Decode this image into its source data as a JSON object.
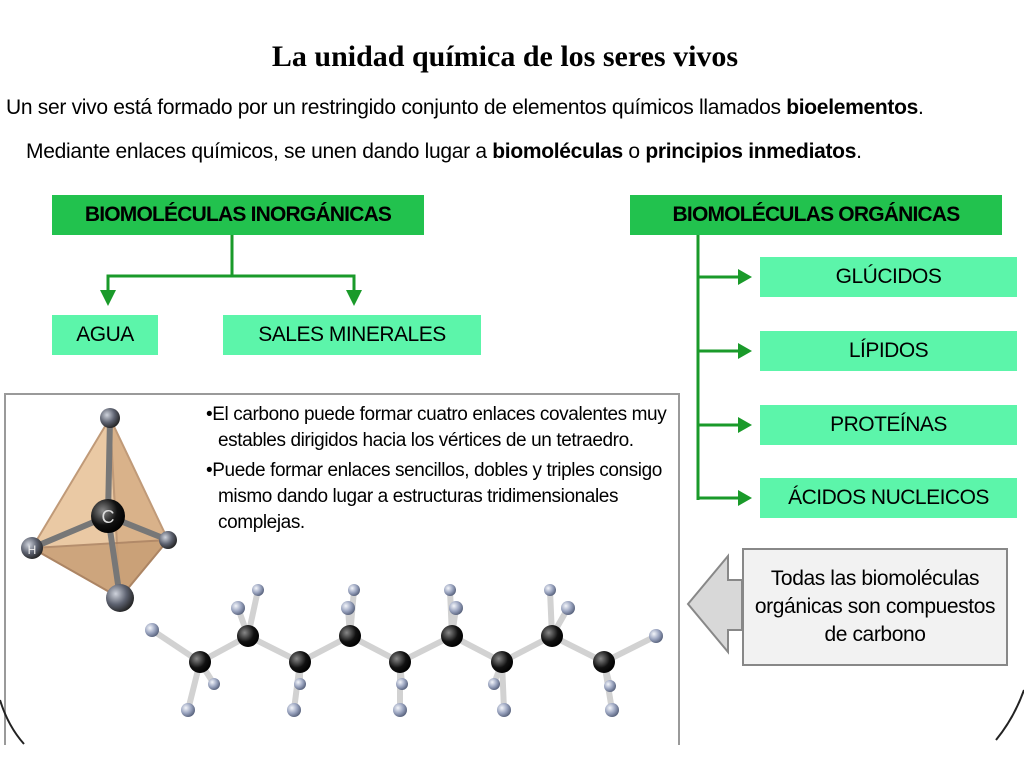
{
  "title": "La unidad química de los seres vivos",
  "intro": {
    "line1_pre": "Un ser vivo está formado por un restringido conjunto de elementos químicos llamados ",
    "line1_bold": "bioelementos",
    "line1_post": ".",
    "line2_pre": "Mediante enlaces químicos, se unen dando lugar a ",
    "line2_bold1": "biomoléculas",
    "line2_mid": " o ",
    "line2_bold2": "principios inmediatos",
    "line2_post": "."
  },
  "inorganic": {
    "header": "BIOMOLÉCULAS INORGÁNICAS",
    "items": [
      "AGUA",
      "SALES MINERALES"
    ]
  },
  "organic": {
    "header": "BIOMOLÉCULAS ORGÁNICAS",
    "items": [
      "GLÚCIDOS",
      "LÍPIDOS",
      "PROTEÍNAS",
      "ÁCIDOS NUCLEICOS"
    ]
  },
  "carbon": {
    "bullets": [
      "•El carbono puede formar cuatro enlaces covalentes muy estables dirigidos hacia los vértices de un tetraedro.",
      "•Puede formar enlaces sencillos, dobles y triples consigo mismo dando lugar a estructuras tridimensionales complejas."
    ],
    "atom_label": "C",
    "hydrogen_label": "H"
  },
  "note": "Todas las biomoléculas orgánicas son compuestos de carbono",
  "colors": {
    "header_green": "#22c24e",
    "box_green": "#5cf5aa",
    "connector_green": "#1a9a2a"
  }
}
